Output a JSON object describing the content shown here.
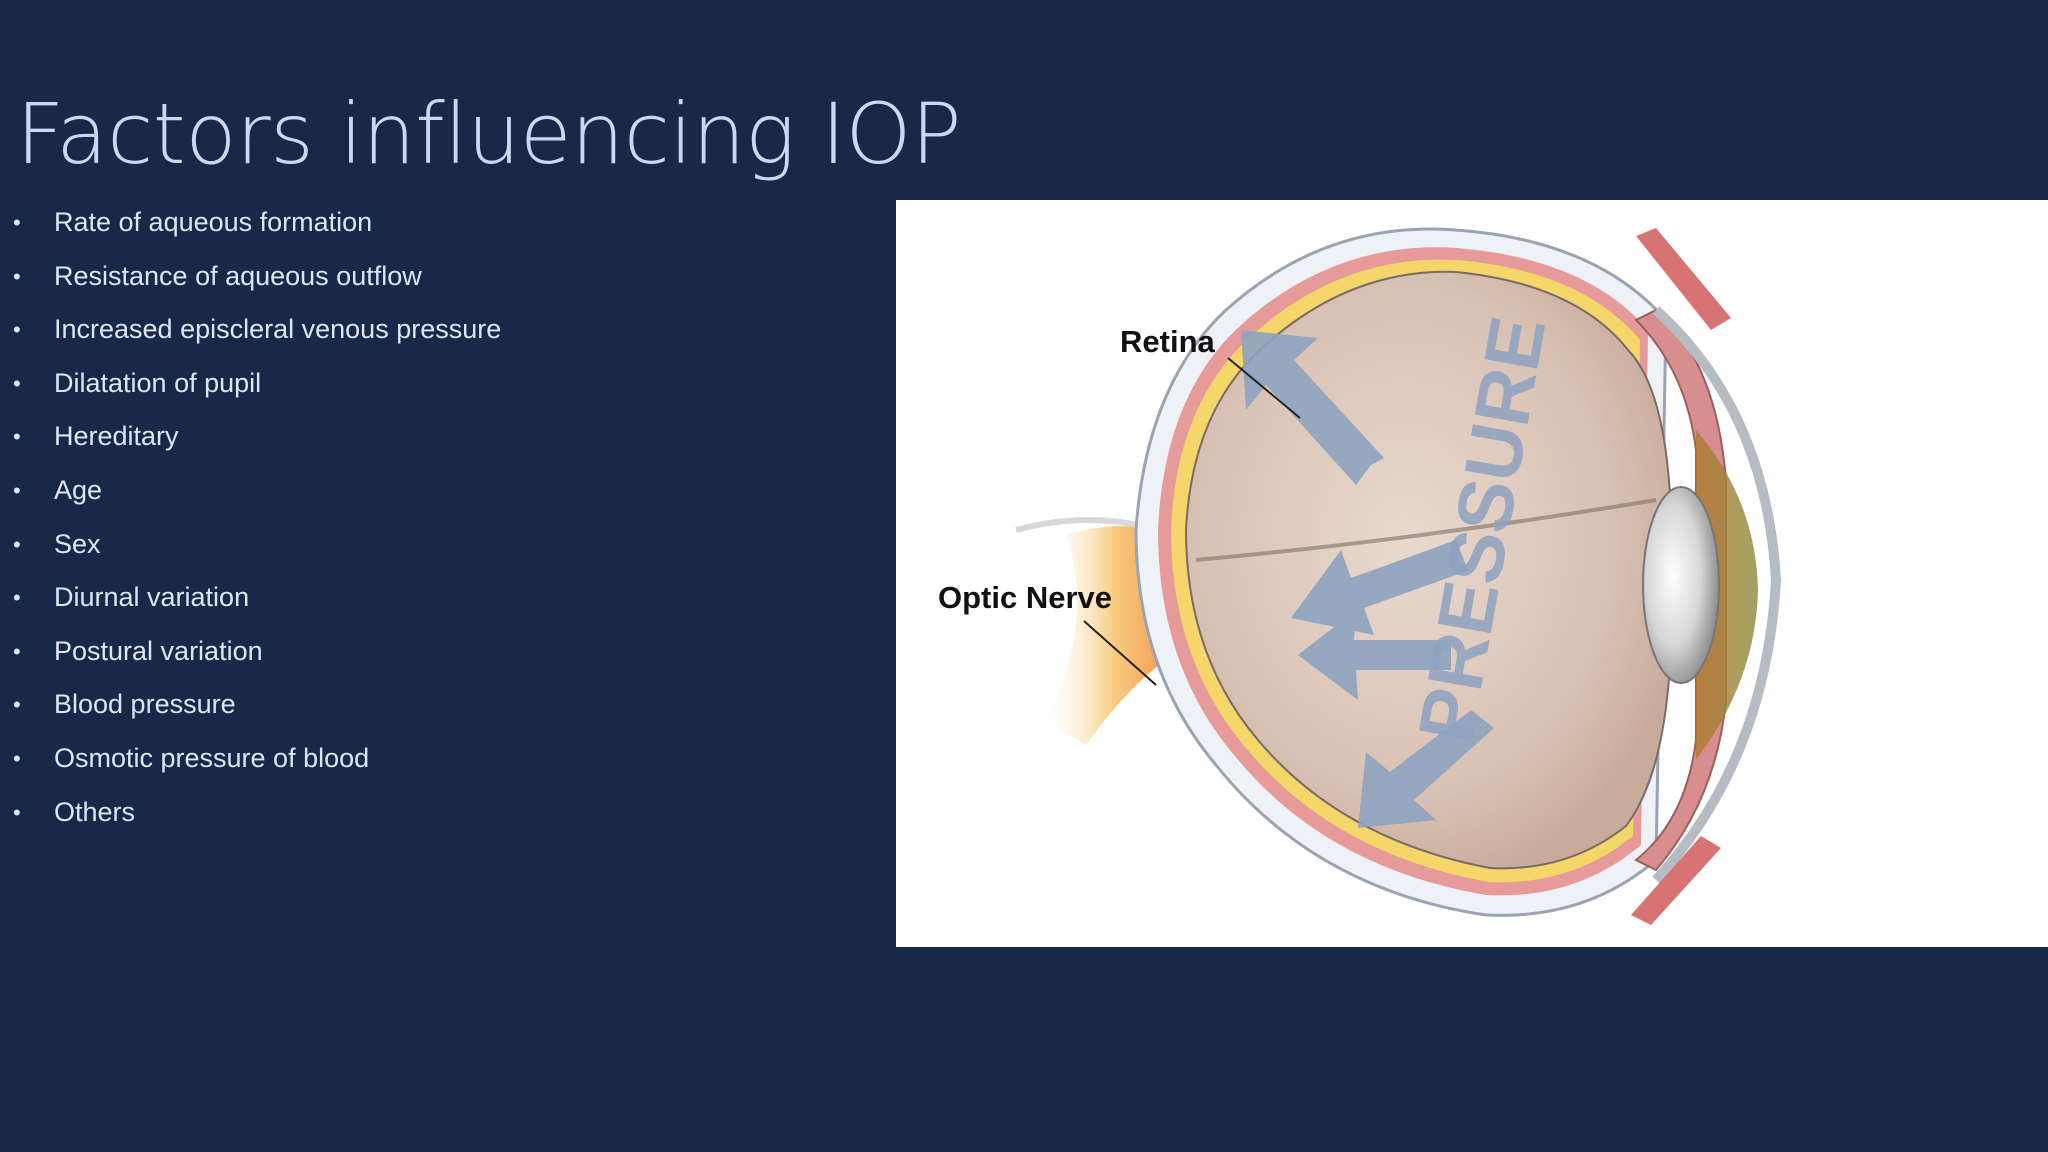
{
  "slide": {
    "title": "Factors influencing IOP",
    "bullet_glyph": "•",
    "bullets": [
      "Rate of aqueous formation",
      "Resistance of aqueous outflow",
      "Increased episcleral venous pressure",
      "Dilatation of pupil",
      "Hereditary",
      "Age",
      "Sex",
      "Diurnal variation",
      "Postural variation",
      "Blood pressure",
      "Osmotic pressure of blood",
      "Others"
    ]
  },
  "figure": {
    "label_retina": "Retina",
    "label_optic_nerve": "Optic Nerve",
    "pressure_text": "PRESSURE"
  },
  "colors": {
    "background": "#182849",
    "title": "#c9d8f3",
    "bullet_text": "#dfe6f3",
    "arrow": "#8ea3c0"
  }
}
